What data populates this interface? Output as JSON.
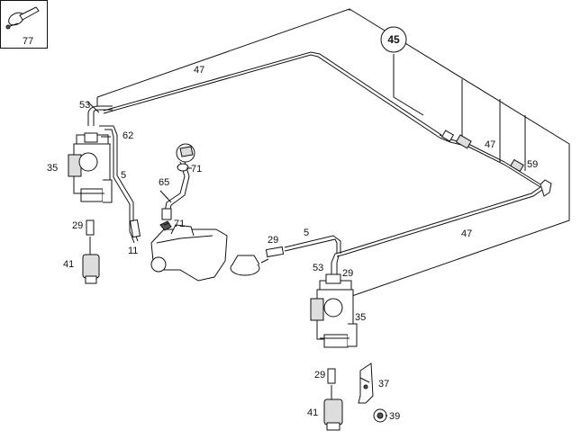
{
  "box_label": "77",
  "callout_label": "45",
  "labels": {
    "p47_top": "47",
    "p53_left": "53",
    "p62": "62",
    "p35_left": "35",
    "p5_left": "5",
    "p71_top": "71",
    "p65": "65",
    "p71_mid": "71",
    "p29_left": "29",
    "p41_left": "41",
    "p11": "11",
    "p29_mid": "29",
    "p5_mid": "5",
    "p47_right": "47",
    "p59": "59",
    "p47_mid": "47",
    "p53_right": "53",
    "p29_right": "29",
    "p35_right": "35",
    "p29_bottom": "29",
    "p37": "37",
    "p41_bottom": "41",
    "p39": "39"
  }
}
